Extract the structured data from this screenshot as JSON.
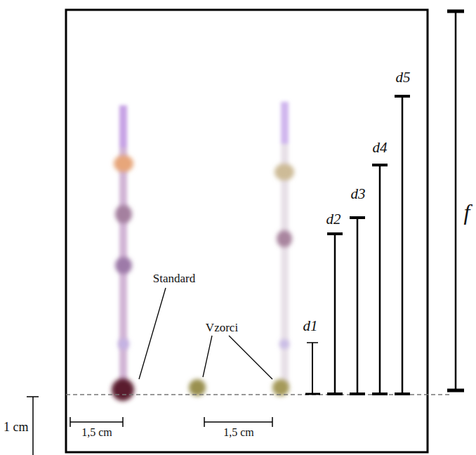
{
  "diagram": {
    "labels": [
      "Standard",
      "Vzorci",
      "d1",
      "d2",
      "d3",
      "d4",
      "d5",
      "f",
      "1 cm",
      "1,5 cm",
      "1,5 cm"
    ]
  }
}
